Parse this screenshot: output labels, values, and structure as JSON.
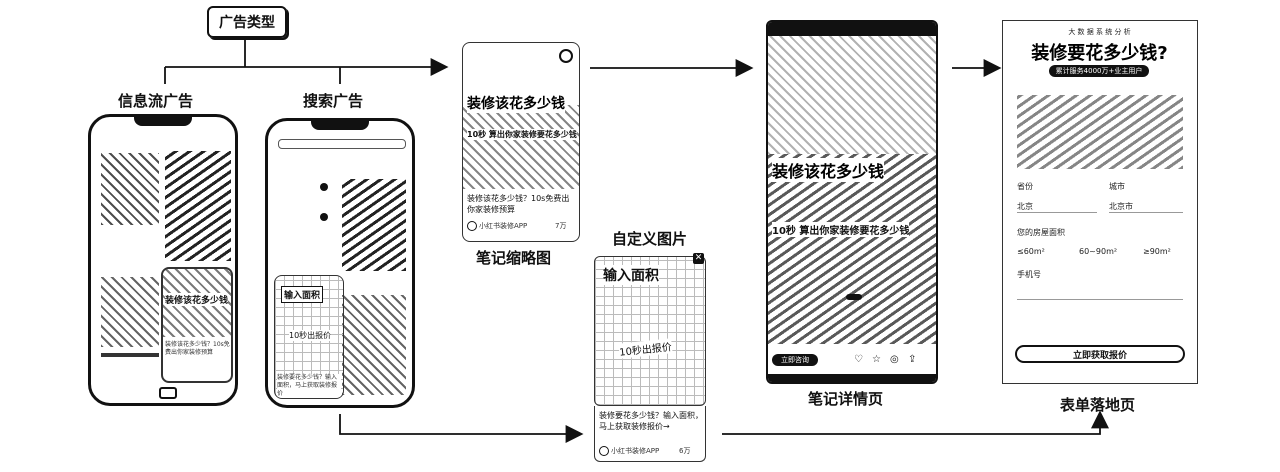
{
  "badge": "广告类型",
  "labels": {
    "feed": "信息流广告",
    "search": "搜索广告",
    "thumb": "笔记缩略图",
    "custom": "自定义图片",
    "detail": "笔记详情页",
    "form": "表单落地页"
  },
  "thumb_card": {
    "headline": "装修该花多少钱",
    "sub": "10秒 算出你家装修要花多少钱",
    "caption": "装修该花多少钱？10s免费出你家装修预算",
    "account": "小红书装修APP",
    "likes": "7万"
  },
  "custom_card": {
    "headline": "输入面积",
    "center": "10秒出报价",
    "caption": "装修要花多少钱？输入面积，马上获取装修报价→",
    "account": "小红书装修APP",
    "likes": "6万"
  },
  "detail_page": {
    "headline": "装修该花多少钱",
    "sub": "10秒 算出你家装修要花多少钱",
    "cta": "立即咨询"
  },
  "form_page": {
    "top": "大 数 据 系 统 分 析",
    "title": "装修要花多少钱?",
    "subtitle": "累计服务4000万+业主用户",
    "city_label": "省份",
    "city_value": "北京",
    "district_label": "城市",
    "district_value": "北京市",
    "area_label": "您的房屋面积",
    "area_options": [
      "≤60m²",
      "60~90m²",
      "≥90m²"
    ],
    "phone_label": "手机号",
    "submit": "立即获取报价"
  },
  "feed_phone": {
    "ad_text": "装修该花多少钱",
    "caption": "装修该花多少钱？10s免费出你家装修预算"
  },
  "search_phone": {
    "tag": "输入面积",
    "center": "10秒出报价",
    "caption": "装修要花多少钱？输入面积，马上获取装修报价"
  }
}
